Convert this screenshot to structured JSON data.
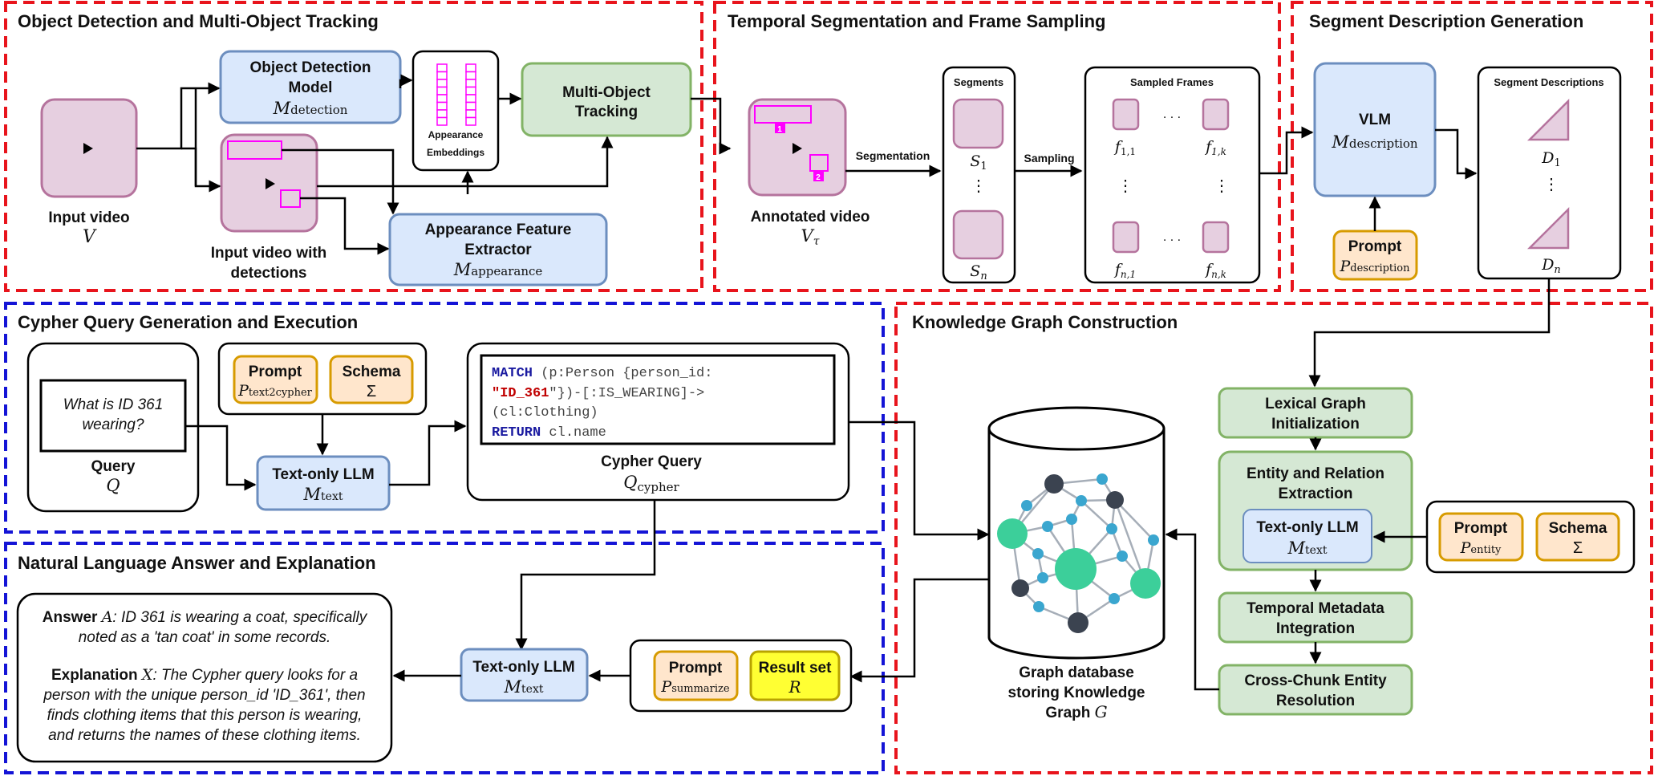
{
  "sections": {
    "detection": "Object Detection and Multi-Object Tracking",
    "segmentation": "Temporal Segmentation and Frame Sampling",
    "description": "Segment Description Generation",
    "cypher": "Cypher Query Generation and Execution",
    "kg": "Knowledge Graph Construction",
    "answer": "Natural Language Answer and Explanation"
  },
  "detection": {
    "input_video_label": "Input video",
    "input_video_symbol": "V",
    "od_model_line1": "Object Detection",
    "od_model_line2": "Model",
    "od_model_symbol": "M",
    "od_model_sub": "detection",
    "detections_label_line1": "Input video with",
    "detections_label_line2": "detections",
    "appearance_emb_line1": "Appearance",
    "appearance_emb_line2": "Embeddings",
    "mot_line1": "Multi-Object",
    "mot_line2": "Tracking",
    "afe_line1": "Appearance Feature",
    "afe_line2": "Extractor",
    "afe_symbol": "M",
    "afe_sub": "appearance"
  },
  "segmentation": {
    "annotated_label": "Annotated video",
    "annotated_symbol": "V",
    "annotated_sub": "τ",
    "box_id_1": "1",
    "box_id_2": "2",
    "segmentation_label": "Segmentation",
    "segments_title": "Segments",
    "s1": "S",
    "s1_sub": "1",
    "sn": "S",
    "sn_sub": "n",
    "sampling_label": "Sampling",
    "frames_title": "Sampled Frames",
    "f11": "f",
    "f11_sub": "1,1",
    "f1k": "f",
    "f1k_sub": "1,k",
    "fn1": "f",
    "fn1_sub": "n,1",
    "fnk": "f",
    "fnk_sub": "n,k",
    "hdots": ". . .",
    "vdots": "⋮"
  },
  "description": {
    "vlm_label": "VLM",
    "vlm_symbol": "M",
    "vlm_sub": "description",
    "prompt_label": "Prompt",
    "prompt_symbol": "P",
    "prompt_sub": "description",
    "descriptions_title": "Segment Descriptions",
    "d1": "D",
    "d1_sub": "1",
    "dn": "D",
    "dn_sub": "n"
  },
  "cypher": {
    "query_text_line1": "What is ID 361",
    "query_text_line2": "wearing?",
    "query_label": "Query",
    "query_symbol": "Q",
    "prompt_label": "Prompt",
    "prompt_symbol": "P",
    "prompt_sub": "text2cypher",
    "schema_label": "Schema",
    "schema_symbol": "Σ",
    "llm_label": "Text-only LLM",
    "llm_symbol": "M",
    "llm_sub": "text",
    "code_kw_match": "MATCH",
    "code_line1_rest": " (p:Person {person_id:",
    "code_quote_open": "\"",
    "code_id": "ID_361",
    "code_line2_rest": "\"})-[:IS_WEARING]->",
    "code_line3": "(cl:Clothing)",
    "code_kw_return": "RETURN",
    "code_line4_rest": " cl.name",
    "cypher_label": "Cypher Query",
    "cypher_symbol": "Q",
    "cypher_sub": "cypher"
  },
  "kg": {
    "lexical_line1": "Lexical Graph",
    "lexical_line2": "Initialization",
    "entity_line1": "Entity and Relation",
    "entity_line2": "Extraction",
    "llm_label": "Text-only LLM",
    "llm_symbol": "M",
    "llm_sub": "text",
    "prompt_label": "Prompt",
    "prompt_symbol": "P",
    "prompt_sub": "entity",
    "schema_label": "Schema",
    "schema_symbol": "Σ",
    "temporal_line1": "Temporal Metadata",
    "temporal_line2": "Integration",
    "crosschunk_line1": "Cross-Chunk Entity",
    "crosschunk_line2": "Resolution",
    "db_line1": "Graph database",
    "db_line2": "storing Knowledge",
    "db_line3": "Graph",
    "db_symbol": "G"
  },
  "answer": {
    "answer_bold": "Answer",
    "answer_symbol": "A",
    "answer_line1": ": ID 361 is wearing a coat, specifically",
    "answer_line2": "noted as a 'tan coat' in some records.",
    "expl_bold": "Explanation",
    "expl_symbol": "X",
    "expl_line1": ": The Cypher query looks for a",
    "expl_line2": "person with the unique person_id 'ID_361', then",
    "expl_line3": "finds clothing items that this person is wearing,",
    "expl_line4": "and returns the names of these clothing items.",
    "llm_label": "Text-only LLM",
    "llm_symbol": "M",
    "llm_sub": "text",
    "prompt_label": "Prompt",
    "prompt_symbol": "P",
    "prompt_sub": "summarize",
    "result_label": "Result set",
    "result_symbol": "R"
  },
  "colors": {
    "red_dash": "#e8141c",
    "blue_dash": "#1414d6",
    "video_fill": "#e6cfe0",
    "video_stroke": "#b5739d",
    "blue_fill": "#dae8fc",
    "blue_stroke": "#6c8ebf",
    "green_fill": "#d5e8d4",
    "green_stroke": "#82b366",
    "orange_fill": "#ffe6cc",
    "orange_stroke": "#d79b00",
    "yellow_fill": "#ffff33",
    "node_teal": "#3ccf9a",
    "node_blue": "#3aa6cf",
    "node_dark": "#3b4350"
  }
}
